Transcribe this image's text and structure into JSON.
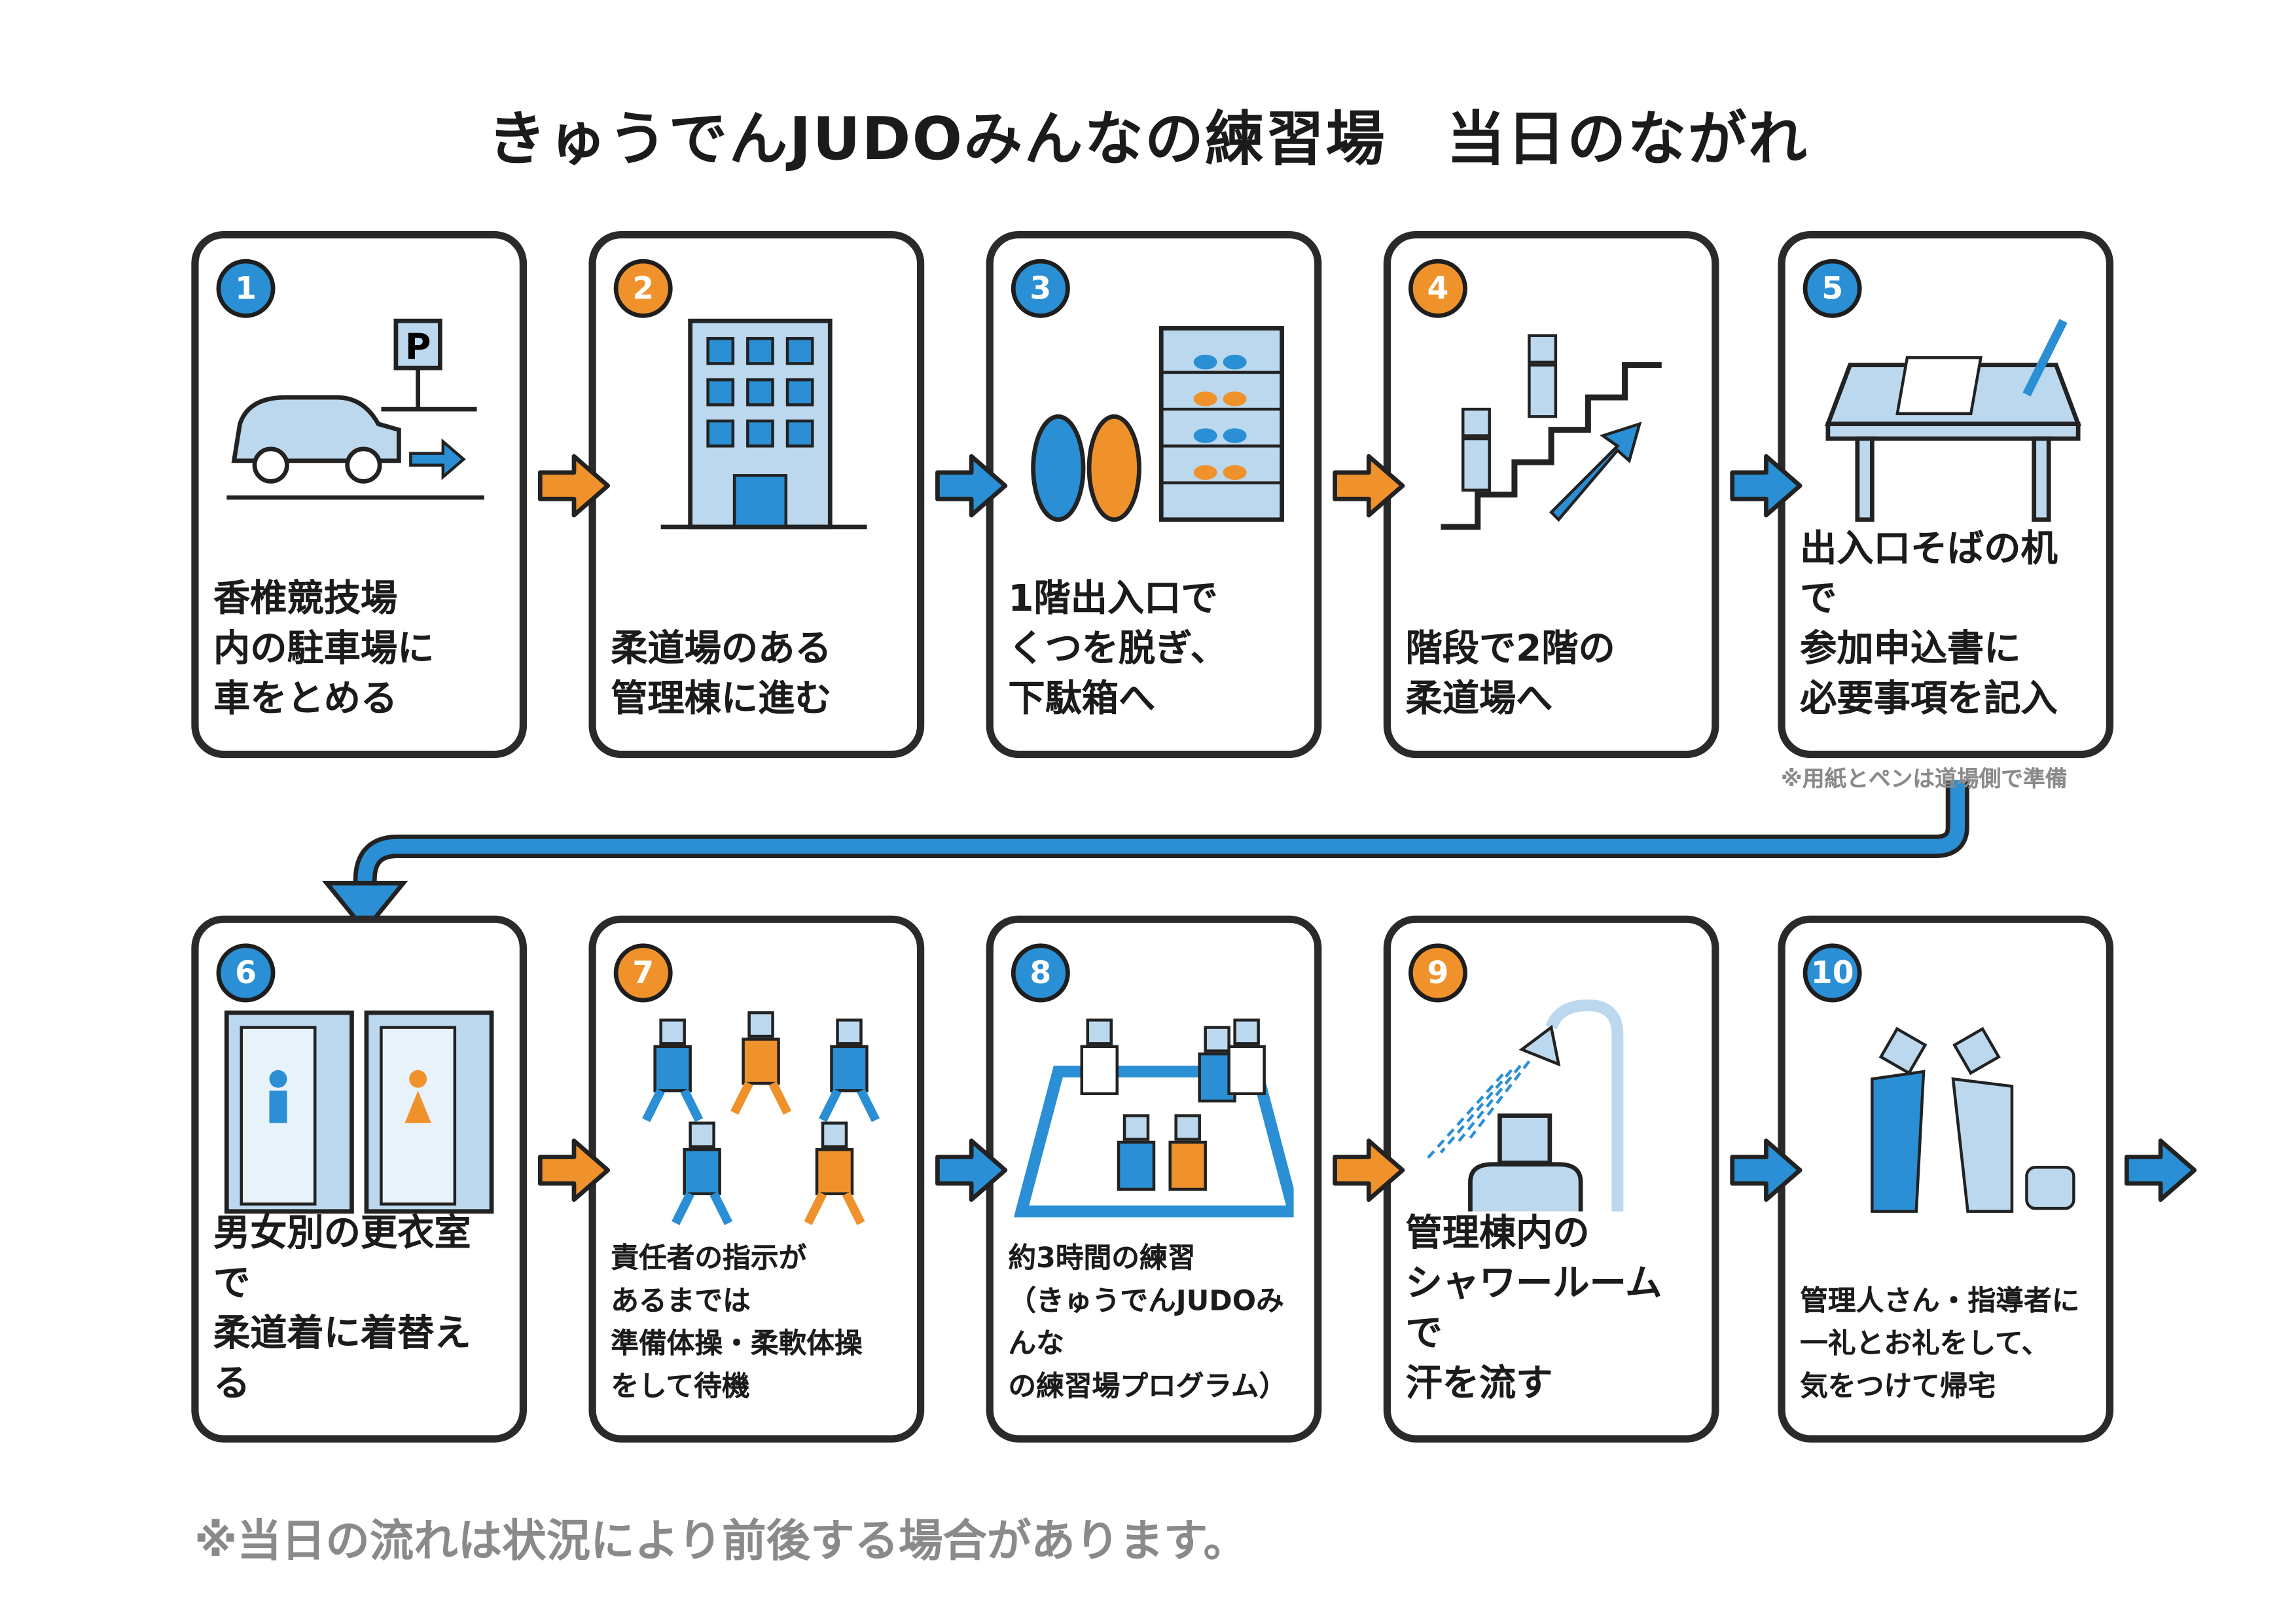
{
  "title": "きゅうでんJUDOみんなの練習場　当日のながれ",
  "colors": {
    "blue": "#2a8fd4",
    "orange": "#f0922b",
    "outline": "#2a2a2a",
    "note_gray": "#8a8a8a"
  },
  "steps": [
    {
      "number": "1",
      "color": "blue",
      "icon": "car-parking-icon",
      "caption": "香椎競技場\n内の駐車場に\n車をとめる",
      "parking_sign": "P"
    },
    {
      "number": "2",
      "color": "orange",
      "icon": "building-icon",
      "caption": "柔道場のある\n管理棟に進む"
    },
    {
      "number": "3",
      "color": "blue",
      "icon": "shoe-rack-icon",
      "caption": "1階出入口で\nくつを脱ぎ、\n下駄箱へ"
    },
    {
      "number": "4",
      "color": "orange",
      "icon": "stairs-icon",
      "caption": "階段で2階の\n柔道場へ"
    },
    {
      "number": "5",
      "color": "blue",
      "icon": "desk-form-icon",
      "caption": "出入口そばの机で\n参加申込書に\n必要事項を記入"
    },
    {
      "number": "6",
      "color": "blue",
      "icon": "locker-room-icon",
      "caption": "男女別の更衣室で\n柔道着に着替える"
    },
    {
      "number": "7",
      "color": "orange",
      "icon": "stretching-icon",
      "caption": "責任者の指示が\nあるまでは\n準備体操・柔軟体操\nをして待機"
    },
    {
      "number": "8",
      "color": "blue",
      "icon": "judo-practice-icon",
      "caption": "約3時間の練習\n（きゅうでんJUDOみんな\nの練習場プログラム）"
    },
    {
      "number": "9",
      "color": "orange",
      "icon": "shower-icon",
      "caption": "管理棟内の\nシャワールームで\n汗を流す"
    },
    {
      "number": "10",
      "color": "blue",
      "icon": "bow-icon",
      "caption": "管理人さん・指導者に\n一礼とお礼をして、\n気をつけて帰宅"
    }
  ],
  "arrows": [
    "orange",
    "blue",
    "orange",
    "blue",
    "orange",
    "blue",
    "orange",
    "blue",
    "blue"
  ],
  "step5_note": "※用紙とペンは道場側で準備",
  "footer_note": "※当日の流れは状況により前後する場合があります。"
}
